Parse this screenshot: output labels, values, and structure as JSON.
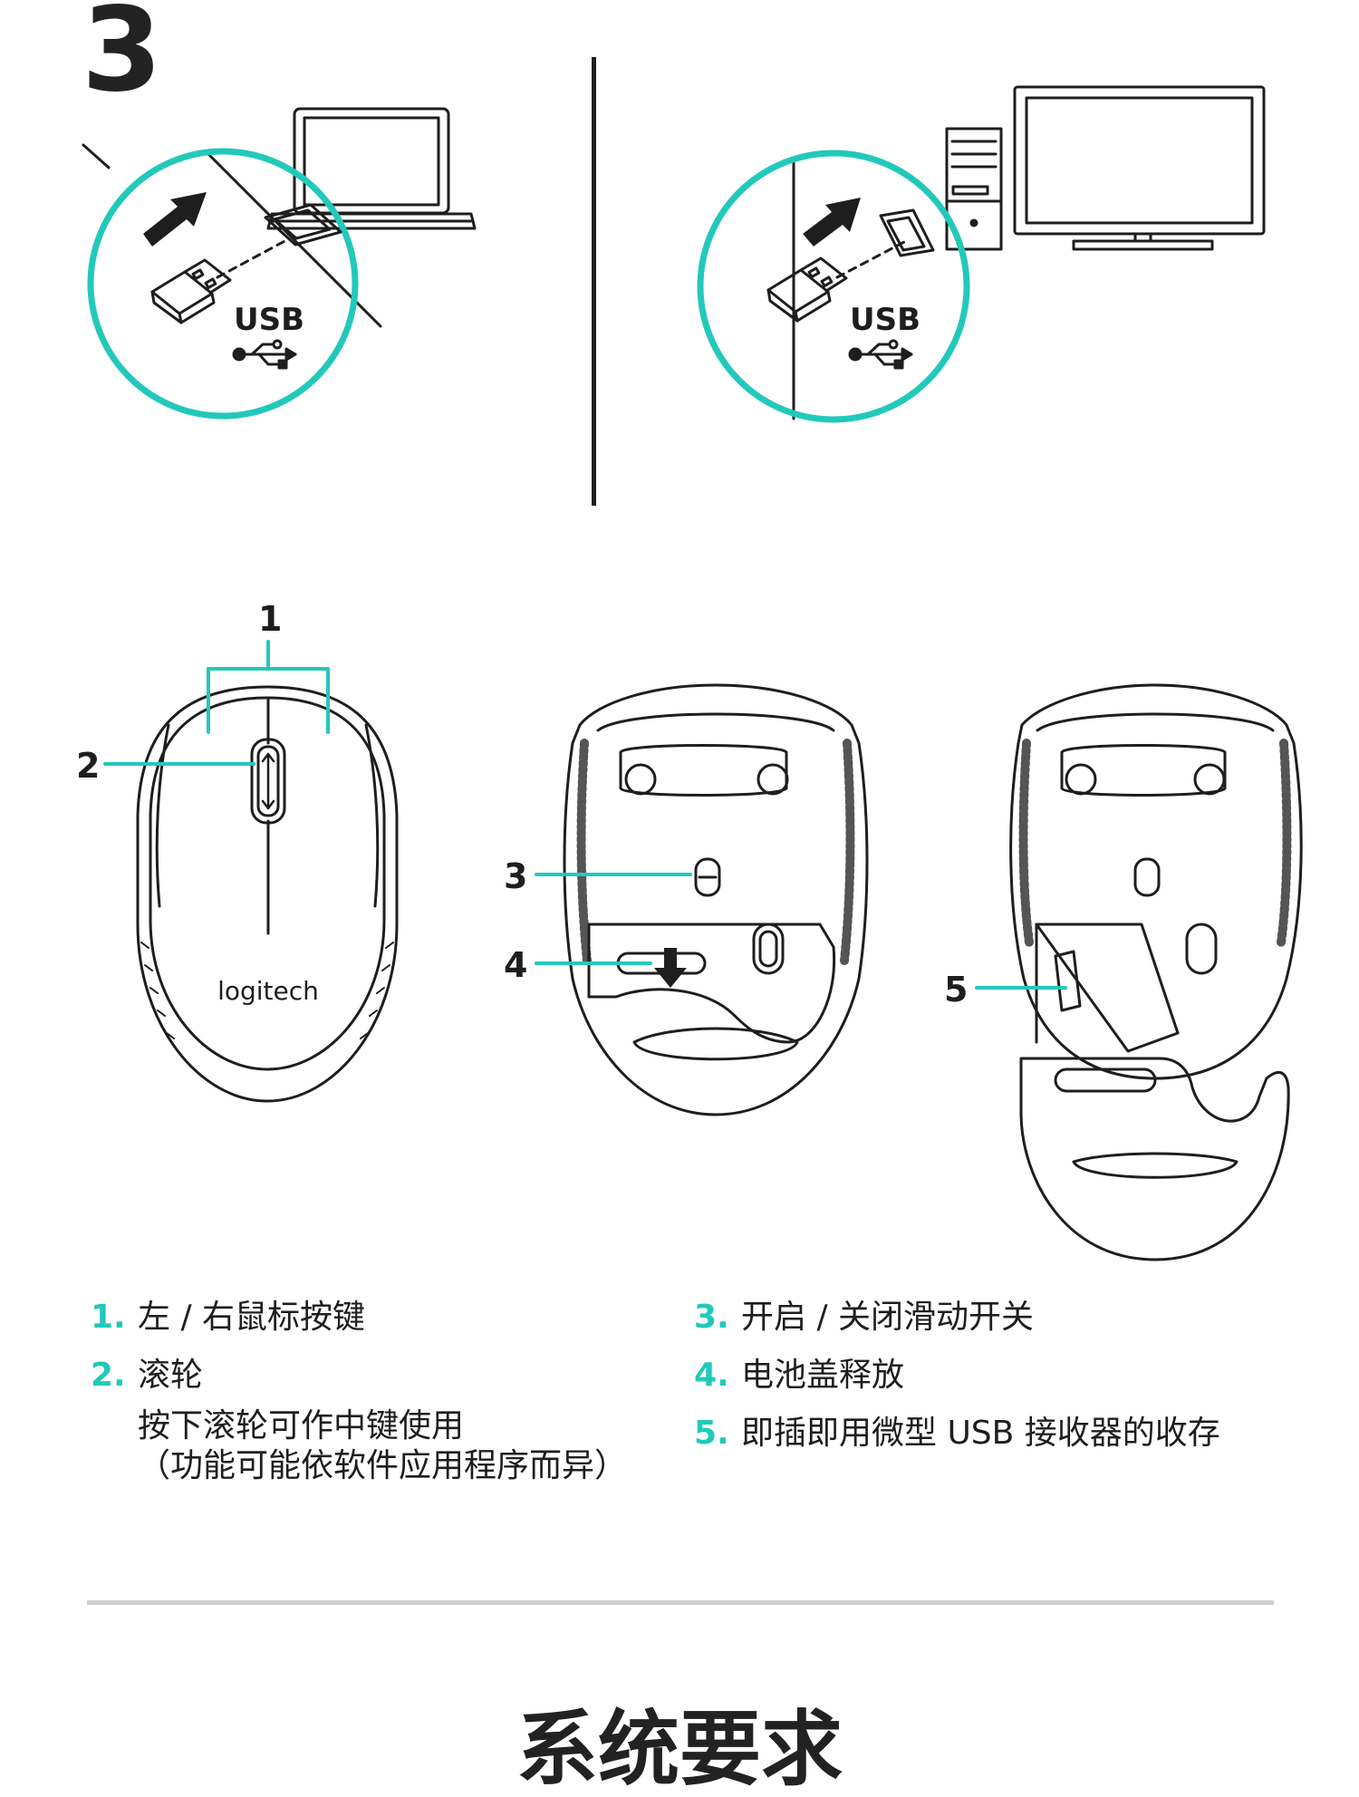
{
  "step": {
    "number": "3"
  },
  "usb": {
    "label_left": "USB",
    "label_right": "USB"
  },
  "mouse": {
    "brand": "logitech"
  },
  "callouts": [
    "1",
    "2",
    "3",
    "4",
    "5"
  ],
  "legend": {
    "left": [
      {
        "num": "1.",
        "text": "左 / 右鼠标按键"
      },
      {
        "num": "2.",
        "text": "滚轮",
        "lines": [
          "按下滚轮可作中键使用",
          "（功能可能依软件应用程序而异）"
        ]
      }
    ],
    "right": [
      {
        "num": "3.",
        "text": "开启 / 关闭滑动开关"
      },
      {
        "num": "4.",
        "text": "电池盖释放"
      },
      {
        "num": "5.",
        "text": "即插即用微型 USB 接收器的收存"
      }
    ]
  },
  "next_heading": "系统要求",
  "colors": {
    "accent": "#22c9bb",
    "ink": "#1e1e1e",
    "rule": "#cfcfcf"
  },
  "icons": [
    "arrow-icon",
    "usb-symbol-icon",
    "laptop-icon",
    "desktop-pc-icon",
    "monitor-icon",
    "usb-receiver-icon",
    "down-arrow-icon"
  ]
}
